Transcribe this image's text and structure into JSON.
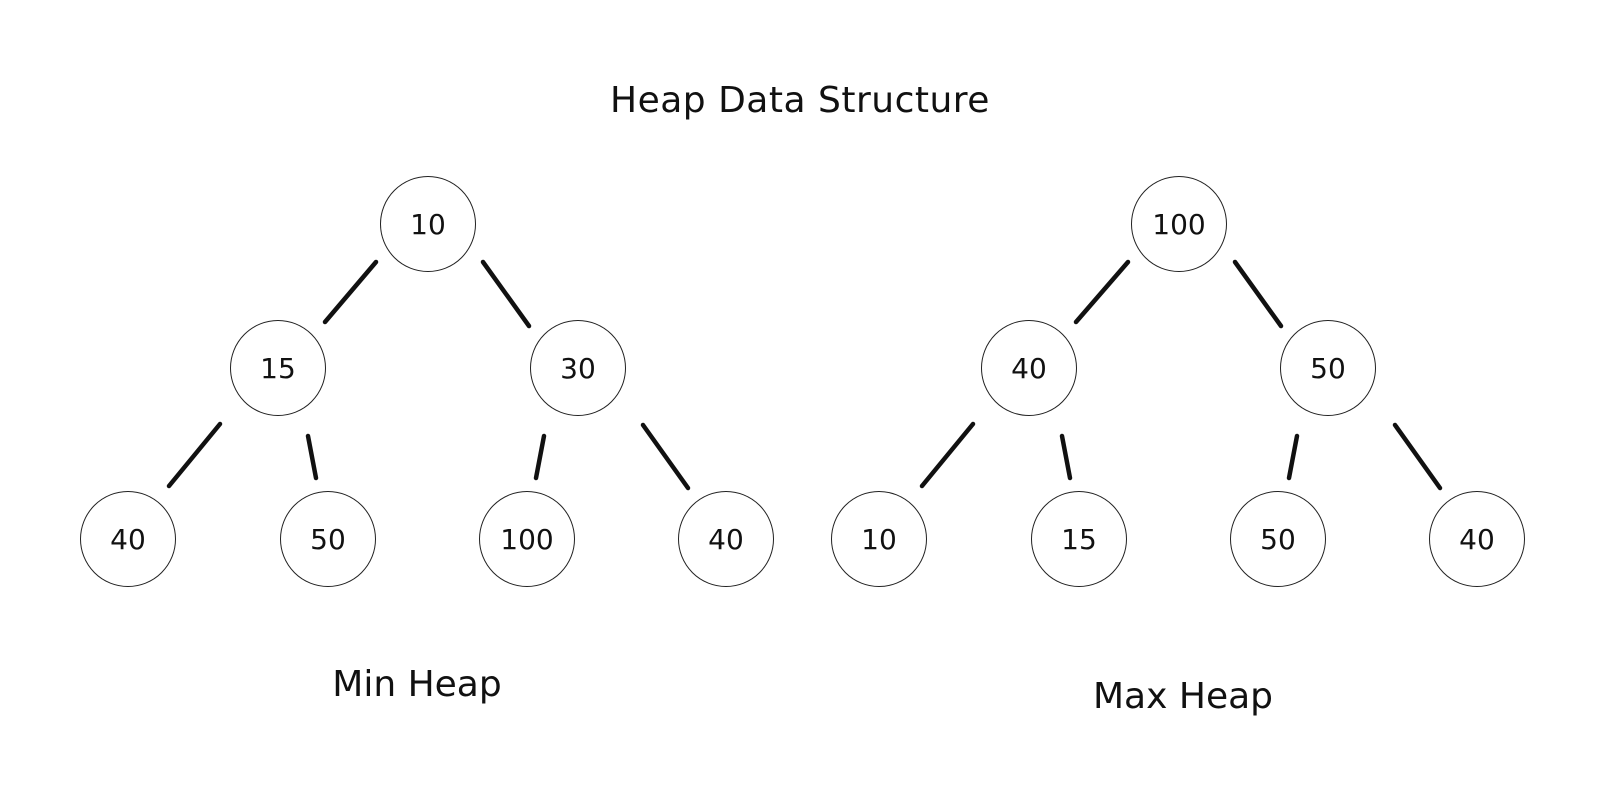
{
  "title": "Heap Data Structure",
  "min_heap": {
    "label": "Min Heap",
    "nodes": [
      "10",
      "15",
      "30",
      "40",
      "50",
      "100",
      "40"
    ]
  },
  "max_heap": {
    "label": "Max Heap",
    "nodes": [
      "100",
      "40",
      "50",
      "10",
      "15",
      "50",
      "40"
    ]
  }
}
